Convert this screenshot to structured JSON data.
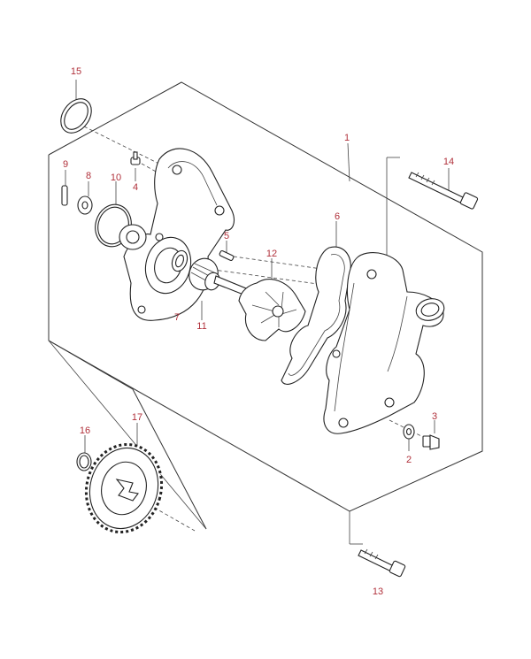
{
  "diagram": {
    "label_color": "#b0303a",
    "line_color": "#222222",
    "labels": [
      "1",
      "2",
      "3",
      "4",
      "5",
      "6",
      "7",
      "8",
      "9",
      "10",
      "11",
      "12",
      "13",
      "14",
      "15",
      "16",
      "17"
    ]
  }
}
